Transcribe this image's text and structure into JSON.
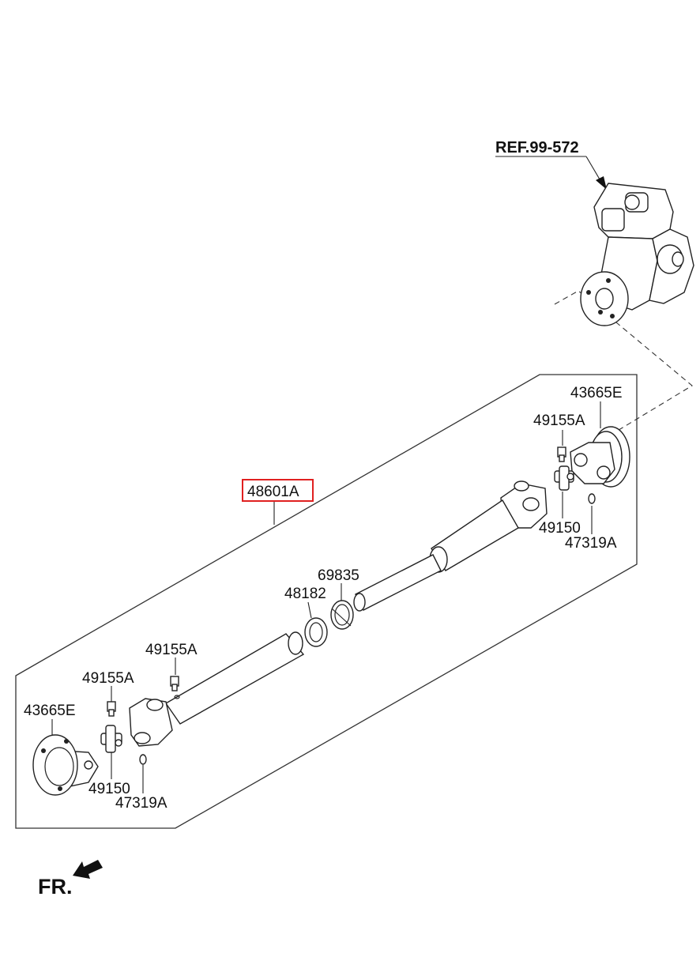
{
  "diagram": {
    "ref_label": "REF.99-572",
    "front_label": "FR.",
    "highlight_color": "#e02020",
    "assembly_label": "48601A",
    "parts": {
      "flange_right": "43665E",
      "grease_fitting_right": "49155A",
      "spider_right": "49150",
      "ring_right": "47319A",
      "dust_cover": "69835",
      "slip_seal": "48182",
      "grease_fitting_mid": "49155A",
      "grease_fitting_left": "49155A",
      "flange_left": "43665E",
      "spider_left": "49150",
      "ring_left": "47319A"
    }
  }
}
